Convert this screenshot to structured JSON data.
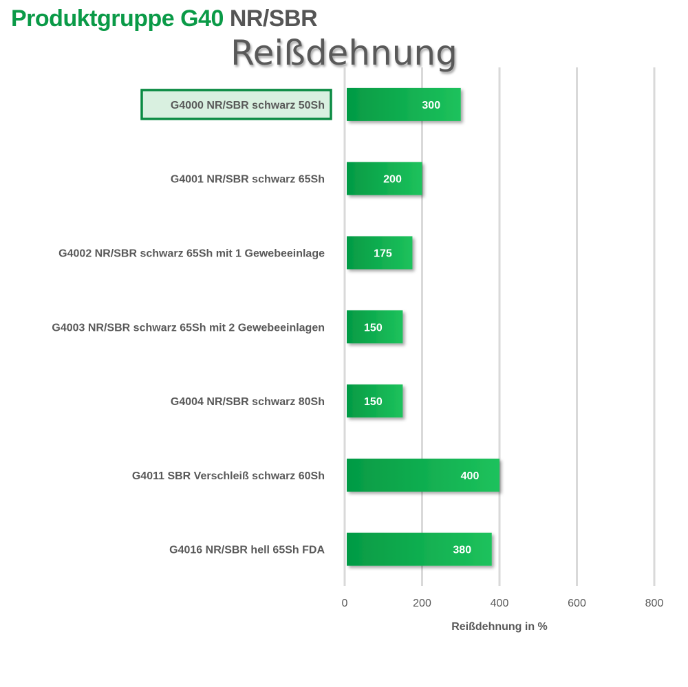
{
  "header": {
    "title_green": "Produktgruppe G40",
    "title_gray": "NR/SBR"
  },
  "chart_data": {
    "type": "bar",
    "orientation": "horizontal",
    "title": "Reißdehnung",
    "xlabel": "Reißdehnung in %",
    "ylabel": "",
    "xlim": [
      0,
      800
    ],
    "xticks": [
      0,
      200,
      400,
      600,
      800
    ],
    "grid": true,
    "legend": "none",
    "categories": [
      "G4000 NR/SBR schwarz 50Sh",
      "G4001 NR/SBR schwarz 65Sh",
      "G4002 NR/SBR schwarz 65Sh mit 1 Gewebeeinlage",
      "G4003 NR/SBR schwarz 65Sh mit 2 Gewebeeinlagen",
      "G4004 NR/SBR schwarz 80Sh",
      "G4011 SBR Verschleiß schwarz 60Sh",
      "G4016 NR/SBR hell 65Sh FDA"
    ],
    "values": [
      300,
      200,
      175,
      150,
      150,
      400,
      380
    ],
    "highlighted_category": "G4000 NR/SBR schwarz 50Sh",
    "colors": {
      "bar_dark": "#049a44",
      "bar_light": "#1dc25c",
      "highlight_border": "#0a8a42",
      "highlight_fill": "#d9f0e0",
      "grid": "#d9d9d9",
      "text": "#595959"
    }
  }
}
